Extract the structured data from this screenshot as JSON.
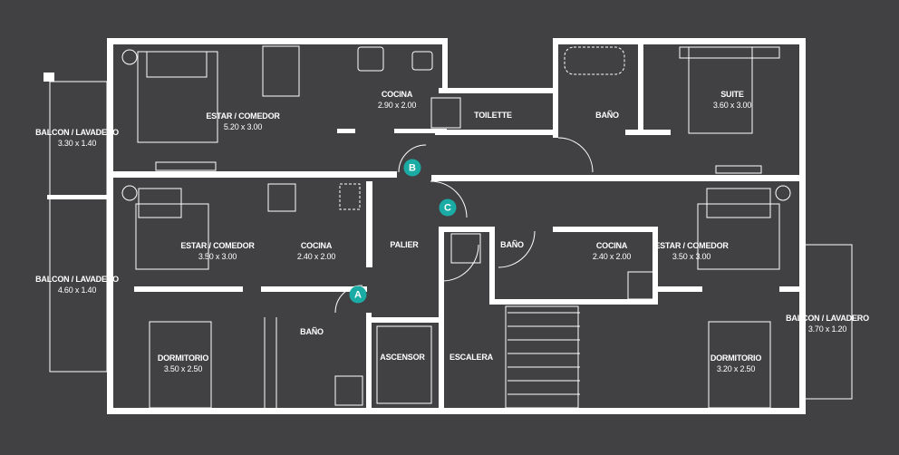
{
  "colors": {
    "background": "#414143",
    "walls": "#ffffff",
    "marker": "#1aaba5"
  },
  "rooms": [
    {
      "name": "BALCON / LAVADERO",
      "dims": "3.30 x 1.40"
    },
    {
      "name": "BALCON / LAVADERO",
      "dims": "4.60 x 1.40"
    },
    {
      "name": "ESTAR / COMEDOR",
      "dims": "5.20 x 3.00"
    },
    {
      "name": "COCINA",
      "dims": "2.90 x 2.00"
    },
    {
      "name": "TOILETTE"
    },
    {
      "name": "BAÑO"
    },
    {
      "name": "SUITE",
      "dims": "3.60 x 3.00"
    },
    {
      "name": "ESTAR / COMEDOR",
      "dims": "3.50 x 3.00"
    },
    {
      "name": "COCINA",
      "dims": "2.40 x 2.00"
    },
    {
      "name": "PALIER"
    },
    {
      "name": "BAÑO"
    },
    {
      "name": "COCINA",
      "dims": "2.40 x 2.00"
    },
    {
      "name": "ESTAR / COMEDOR",
      "dims": "3.50 x 3.00"
    },
    {
      "name": "BALCON / LAVADERO",
      "dims": "3.70 x 1.20"
    },
    {
      "name": "BAÑO"
    },
    {
      "name": "ASCENSOR"
    },
    {
      "name": "ESCALERA"
    },
    {
      "name": "DORMITORIO",
      "dims": "3.50 x 2.50"
    },
    {
      "name": "DORMITORIO",
      "dims": "3.20 x 2.50"
    }
  ],
  "units": [
    {
      "label": "A"
    },
    {
      "label": "B"
    },
    {
      "label": "C"
    }
  ]
}
